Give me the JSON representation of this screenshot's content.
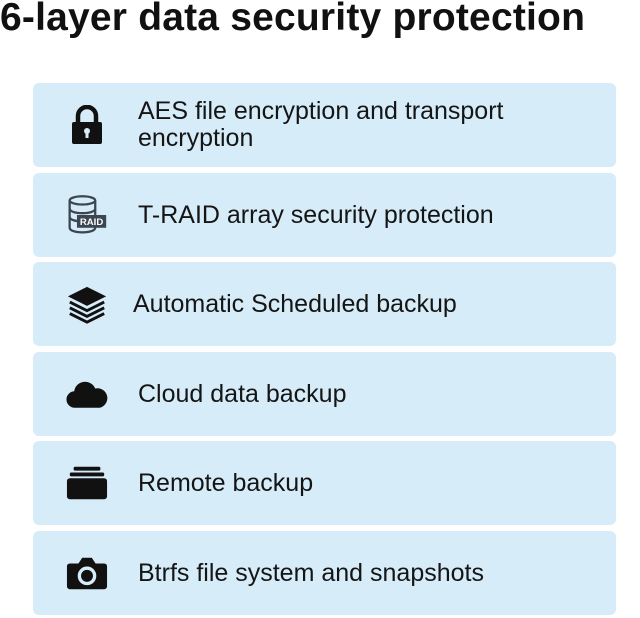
{
  "title": "6-layer data security protection",
  "items": [
    {
      "icon": "lock-icon",
      "label": "AES file encryption and transport encryption"
    },
    {
      "icon": "raid-database-icon",
      "label": "T-RAID array security protection",
      "icon_text": "RAID"
    },
    {
      "icon": "layers-icon",
      "label": "Automatic Scheduled backup"
    },
    {
      "icon": "cloud-icon",
      "label": "Cloud data backup"
    },
    {
      "icon": "stacked-folders-icon",
      "label": "Remote backup"
    },
    {
      "icon": "camera-icon",
      "label": "Btrfs file system and snapshots"
    }
  ],
  "colors": {
    "card_bg": "#d6ecf8",
    "icon": "#111111",
    "raid_icon": "#3c4650"
  }
}
